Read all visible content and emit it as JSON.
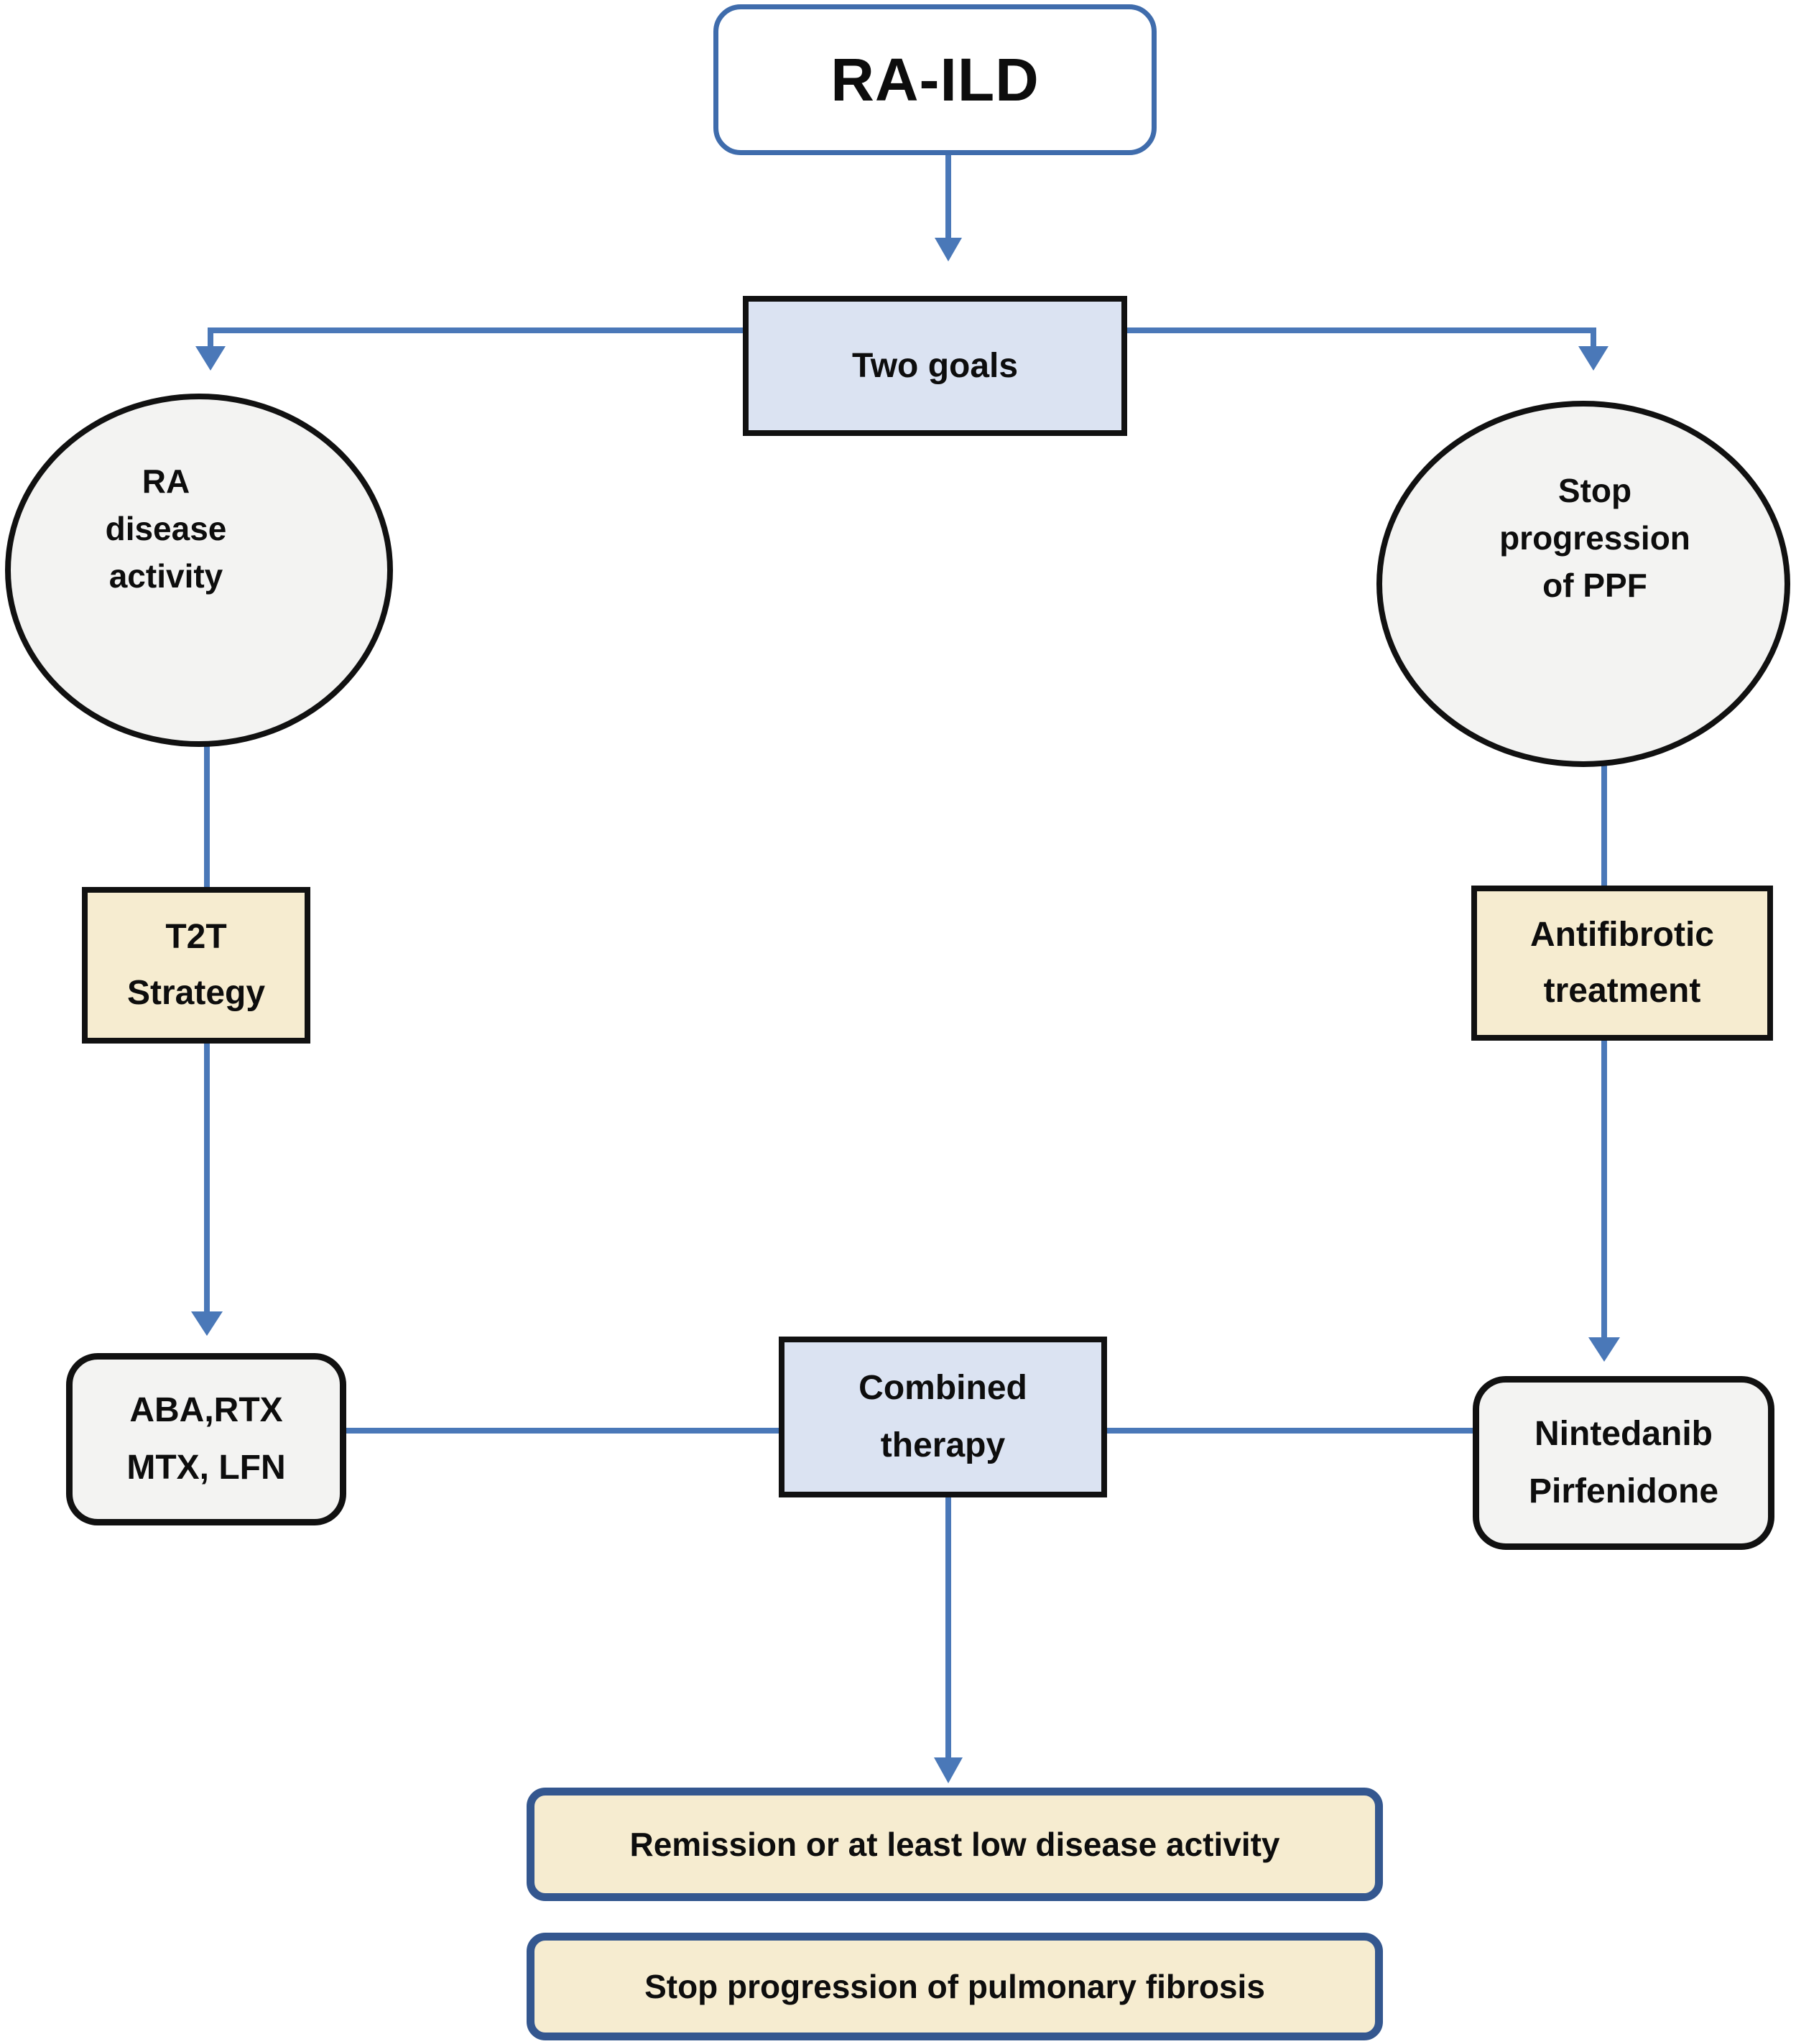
{
  "colors": {
    "connector": "#4a78b8",
    "node_border": "#111111",
    "root_border": "#3f6cac",
    "outcome_border": "#34578f",
    "light_blue_fill": "#dbe3f2",
    "tan_fill": "#f6ecd0",
    "gray_fill": "#f3f3f2",
    "text": "#0d0d0d"
  },
  "nodes": {
    "root": {
      "label": "RA-ILD"
    },
    "goals": {
      "label": "Two goals"
    },
    "ra_activity": {
      "line1": "RA",
      "line2": "disease",
      "line3": "activity"
    },
    "stop_ppf": {
      "line1": "Stop",
      "line2": "progression",
      "line3": "of PPF"
    },
    "t2t": {
      "line1": "T2T",
      "line2": "Strategy"
    },
    "antifibrotic": {
      "line1": "Antifibrotic",
      "line2": "treatment"
    },
    "ra_drugs": {
      "line1": "ABA,RTX",
      "line2": "MTX, LFN"
    },
    "combined": {
      "line1": "Combined",
      "line2": "therapy"
    },
    "antifibrotic_drugs": {
      "line1": "Nintedanib",
      "line2": "Pirfenidone"
    },
    "outcome_remission": {
      "label": "Remission or at least low disease activity"
    },
    "outcome_fibrosis": {
      "label": "Stop progression of pulmonary fibrosis"
    }
  }
}
